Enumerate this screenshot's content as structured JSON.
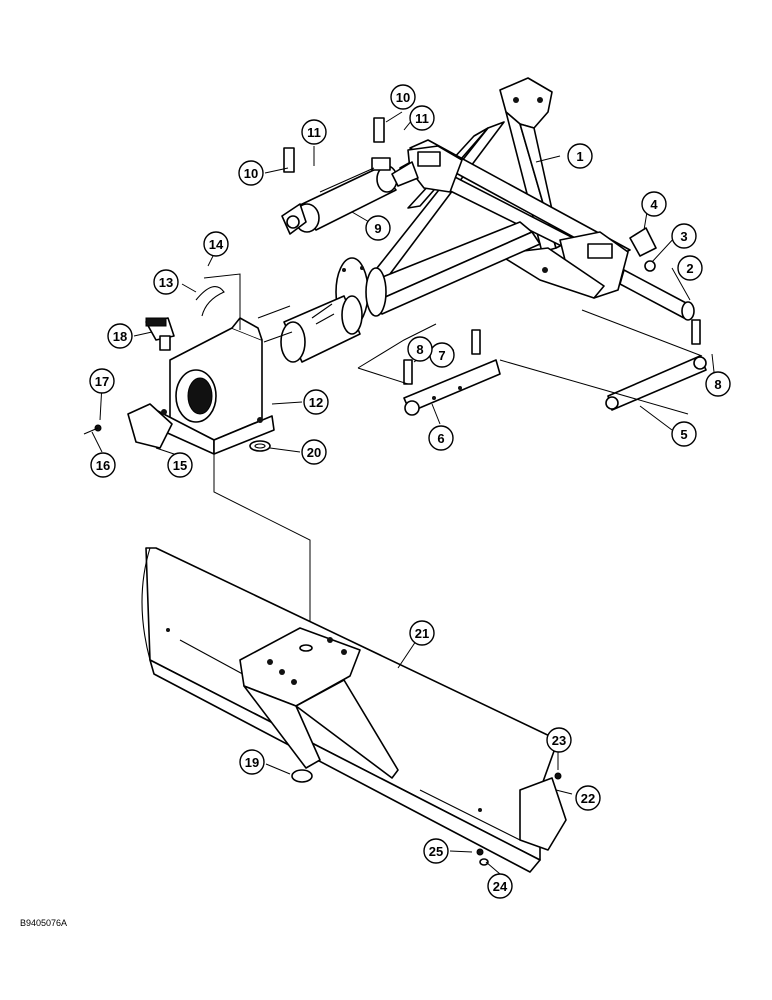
{
  "figure_code": "B9405076A",
  "callouts": [
    {
      "num": "1"
    },
    {
      "num": "2"
    },
    {
      "num": "3"
    },
    {
      "num": "4"
    },
    {
      "num": "5"
    },
    {
      "num": "6"
    },
    {
      "num": "7"
    },
    {
      "num": "8"
    },
    {
      "num": "8"
    },
    {
      "num": "9"
    },
    {
      "num": "10"
    },
    {
      "num": "10"
    },
    {
      "num": "11"
    },
    {
      "num": "11"
    },
    {
      "num": "12"
    },
    {
      "num": "13"
    },
    {
      "num": "14"
    },
    {
      "num": "15"
    },
    {
      "num": "16"
    },
    {
      "num": "17"
    },
    {
      "num": "18"
    },
    {
      "num": "19"
    },
    {
      "num": "20"
    },
    {
      "num": "21"
    },
    {
      "num": "22"
    },
    {
      "num": "23"
    },
    {
      "num": "24"
    },
    {
      "num": "25"
    }
  ]
}
